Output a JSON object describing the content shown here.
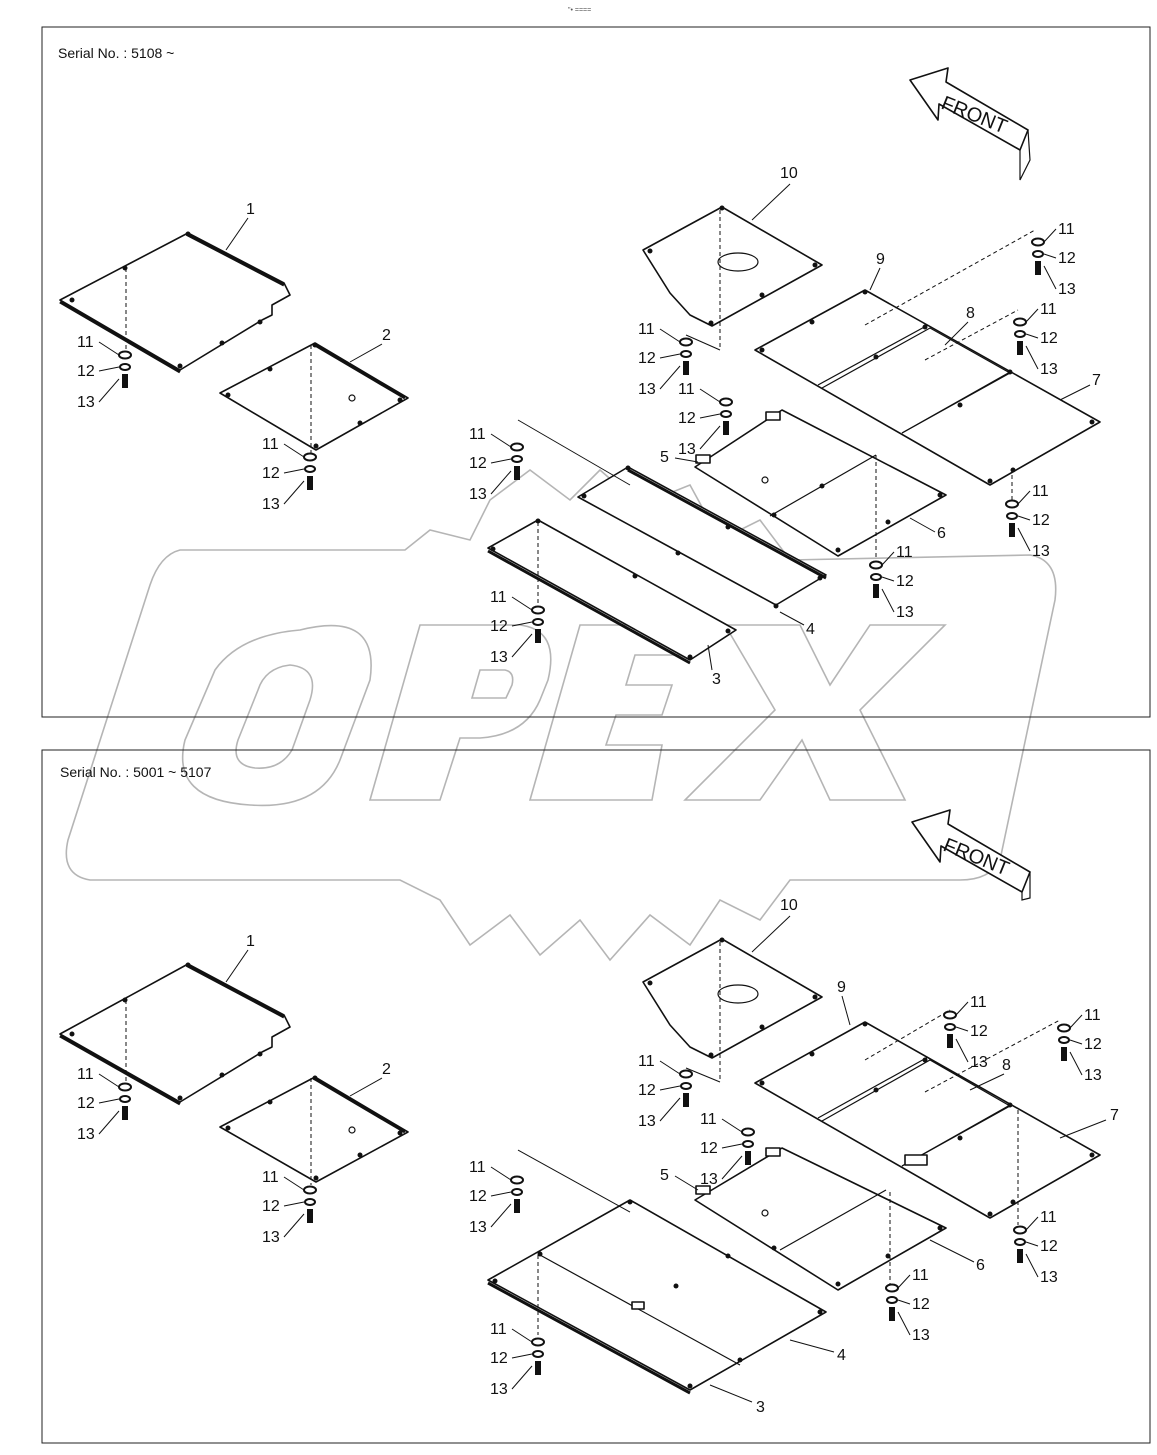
{
  "header_mark": "\"• ====",
  "watermark": {
    "text": "OPEX"
  },
  "panels": [
    {
      "serial": "Serial No. : 5108 ~",
      "front_label": "FRONT",
      "callouts": {
        "n1": "1",
        "n2": "2",
        "n3": "3",
        "n4": "4",
        "n5": "5",
        "n6": "6",
        "n7": "7",
        "n8": "8",
        "n9": "9",
        "n10": "10",
        "n11": "11",
        "n12": "12",
        "n13": "13"
      }
    },
    {
      "serial": "Serial No. : 5001 ~ 5107",
      "front_label": "FRONT",
      "callouts": {
        "n1": "1",
        "n2": "2",
        "n3": "3",
        "n4": "4",
        "n5": "5",
        "n6": "6",
        "n7": "7",
        "n8": "8",
        "n9": "9",
        "n10": "10",
        "n11": "11",
        "n12": "12",
        "n13": "13"
      }
    }
  ]
}
